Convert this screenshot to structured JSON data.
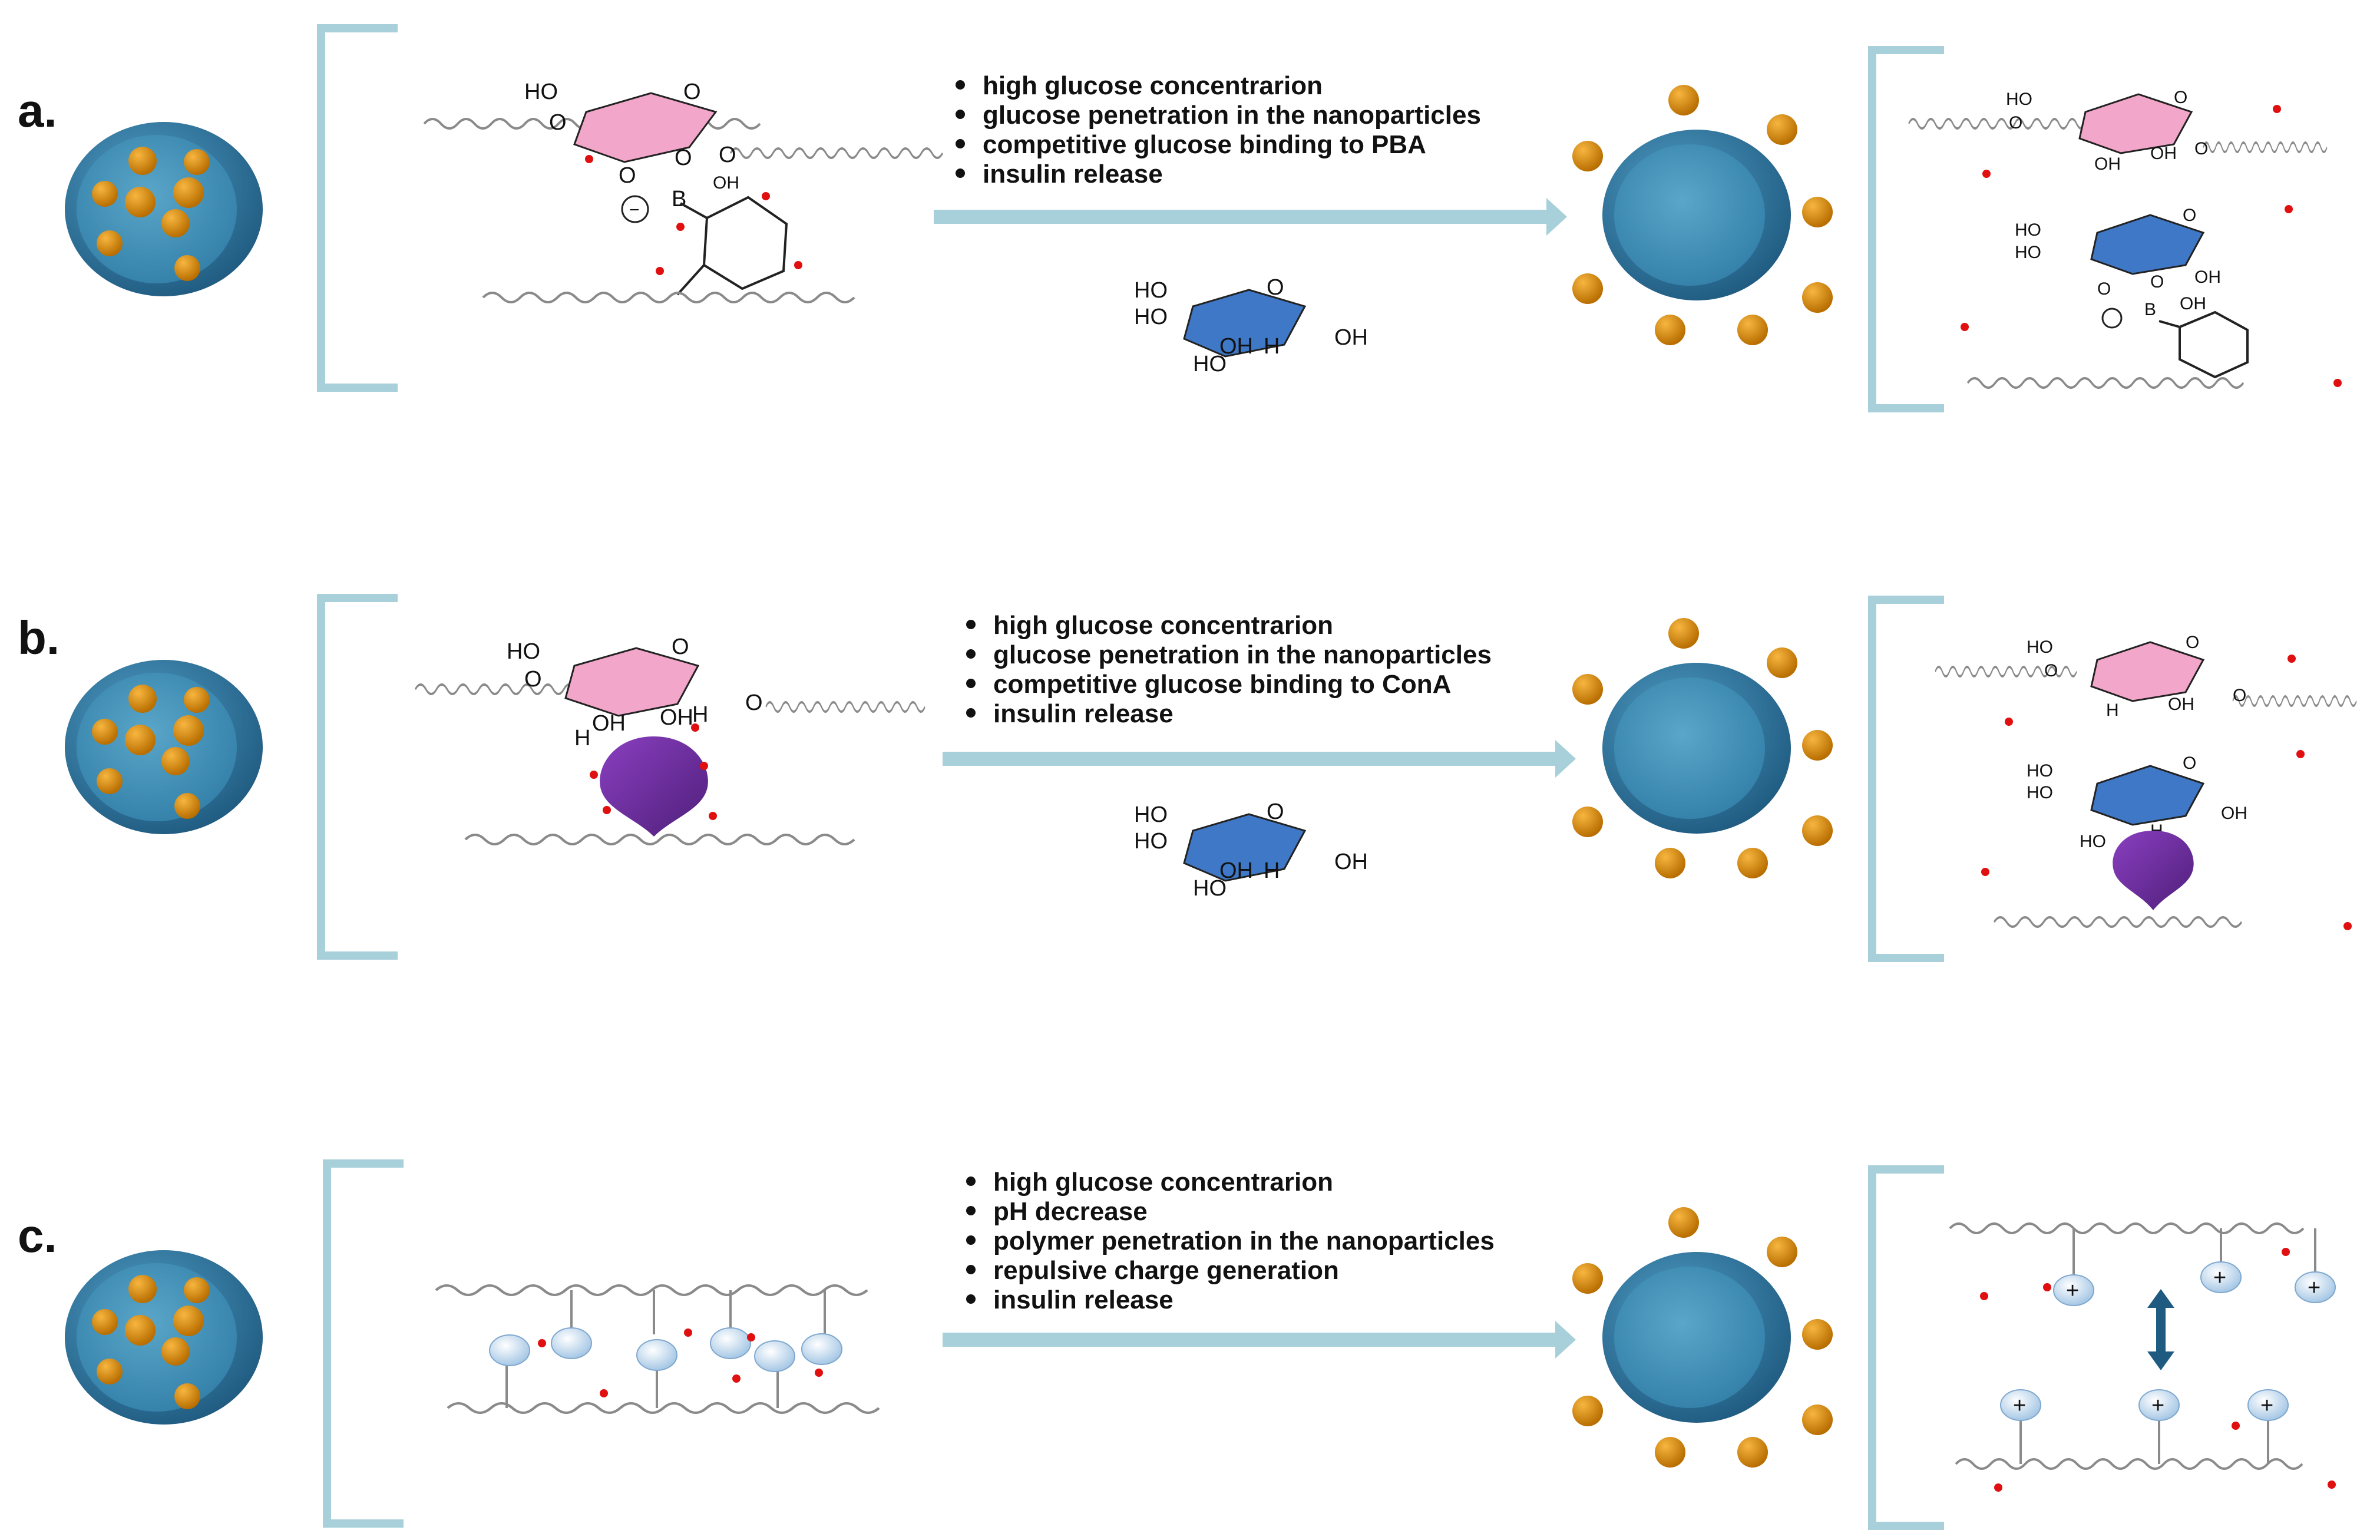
{
  "panels": [
    {
      "id": "a",
      "label": "a.",
      "conditions": [
        "high glucose concentrarion",
        "glucose penetration in the nanoparticles",
        "competitive glucose binding to PBA",
        "insulin release"
      ]
    },
    {
      "id": "b",
      "label": "b.",
      "conditions": [
        "high glucose concentrarion",
        "glucose penetration in the nanoparticles",
        "competitive glucose binding to ConA",
        "insulin release"
      ]
    },
    {
      "id": "c",
      "label": "c.",
      "conditions": [
        "high glucose concentrarion",
        "pH decrease",
        "polymer penetration in the nanoparticles",
        "repulsive charge generation",
        "insulin release"
      ]
    }
  ],
  "chem_labels": {
    "ho": "HO",
    "o": "O",
    "oh": "OH",
    "h": "H",
    "b": "B",
    "ho_left": "HO",
    "minus": "−",
    "plus": "+"
  },
  "colors": {
    "bracket": "#a8d0da",
    "arrow": "#a8d0da",
    "nanoparticle_outer": "#2e6f96",
    "nanoparticle_inner": "#3f8fb5",
    "insulin": "#d98a10",
    "bound_sugar": "#f2a6c9",
    "free_glucose": "#3f78c6",
    "cona": "#6a2a9a",
    "glucose_dot": "#e01010",
    "cation_bead": "#c8def2"
  },
  "icons": {
    "loaded_nanoparticle": "nanoparticle-with-insulin-icon",
    "released_nanoparticle": "nanoparticle-releasing-insulin-icon",
    "cona": "cona-protein-icon",
    "repulsion": "double-headed-arrow-icon"
  }
}
